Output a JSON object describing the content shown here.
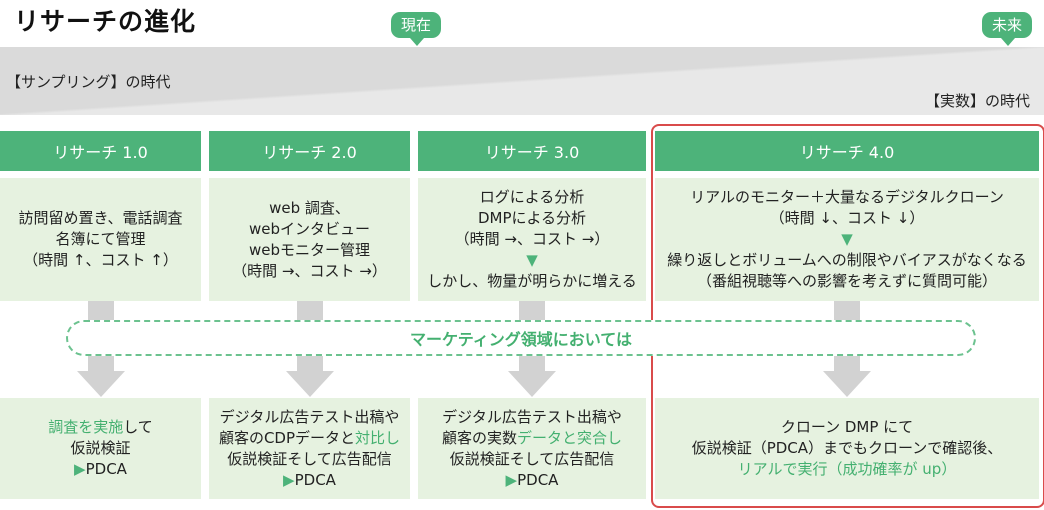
{
  "title": "リサーチの進化",
  "timeline": {
    "now_label": "現在",
    "future_label": "未来",
    "sampling_era": "【サンプリング】の時代",
    "actual_era": "【実数】の時代"
  },
  "columns": [
    {
      "header": "リサーチ 1.0",
      "desc_lines": [
        "訪問留め置き、電話調査",
        "名簿にて管理",
        "（時間 ↑、コスト ↑）"
      ],
      "result": {
        "l1a": "調査を実施",
        "l1b": "して",
        "l2": "仮説検証",
        "l3": "▶PDCA"
      }
    },
    {
      "header": "リサーチ 2.0",
      "desc_lines": [
        "web 調査、",
        "webインタビュー",
        "webモニター管理",
        "（時間 →、コスト →）"
      ],
      "result": {
        "l1": "デジタル広告テスト出稿や",
        "l2a": "顧客のCDPデータと",
        "l2b": "対比し",
        "l3": "仮説検証そして広告配信",
        "l4": "▶PDCA"
      }
    },
    {
      "header": "リサーチ 3.0",
      "desc_lines": [
        "ログによる分析",
        "DMPによる分析",
        "（時間 →、コスト →）"
      ],
      "desc_arrow": "▼",
      "desc_after": "しかし、物量が明らかに増える",
      "result": {
        "l1": "デジタル広告テスト出稿や",
        "l2a": "顧客の実数",
        "l2b": "データと突合し",
        "l3": "仮説検証そして広告配信",
        "l4": "▶PDCA"
      }
    },
    {
      "header": "リサーチ 4.0",
      "desc_lines": [
        "リアルのモニター＋大量なるデジタルクローン",
        "（時間 ↓、コスト ↓）"
      ],
      "desc_arrow": "▼",
      "desc_after": [
        "繰り返しとボリュームへの制限やバイアスがなくなる",
        "（番組視聴等への影響を考えずに質問可能）"
      ],
      "result": {
        "l1": "クローン DMP にて",
        "l2": "仮説検証（PDCA）までもクローンで確認後、",
        "l3": "リアルで実行（成功確率が up）"
      }
    }
  ],
  "marketing_label": "マーケティング領域においては",
  "colors": {
    "green": "#4db37a",
    "light_green": "#e6f2e0",
    "gray": "#d2d2d2",
    "red": "#d94b4b",
    "text_green": "#44b070"
  }
}
